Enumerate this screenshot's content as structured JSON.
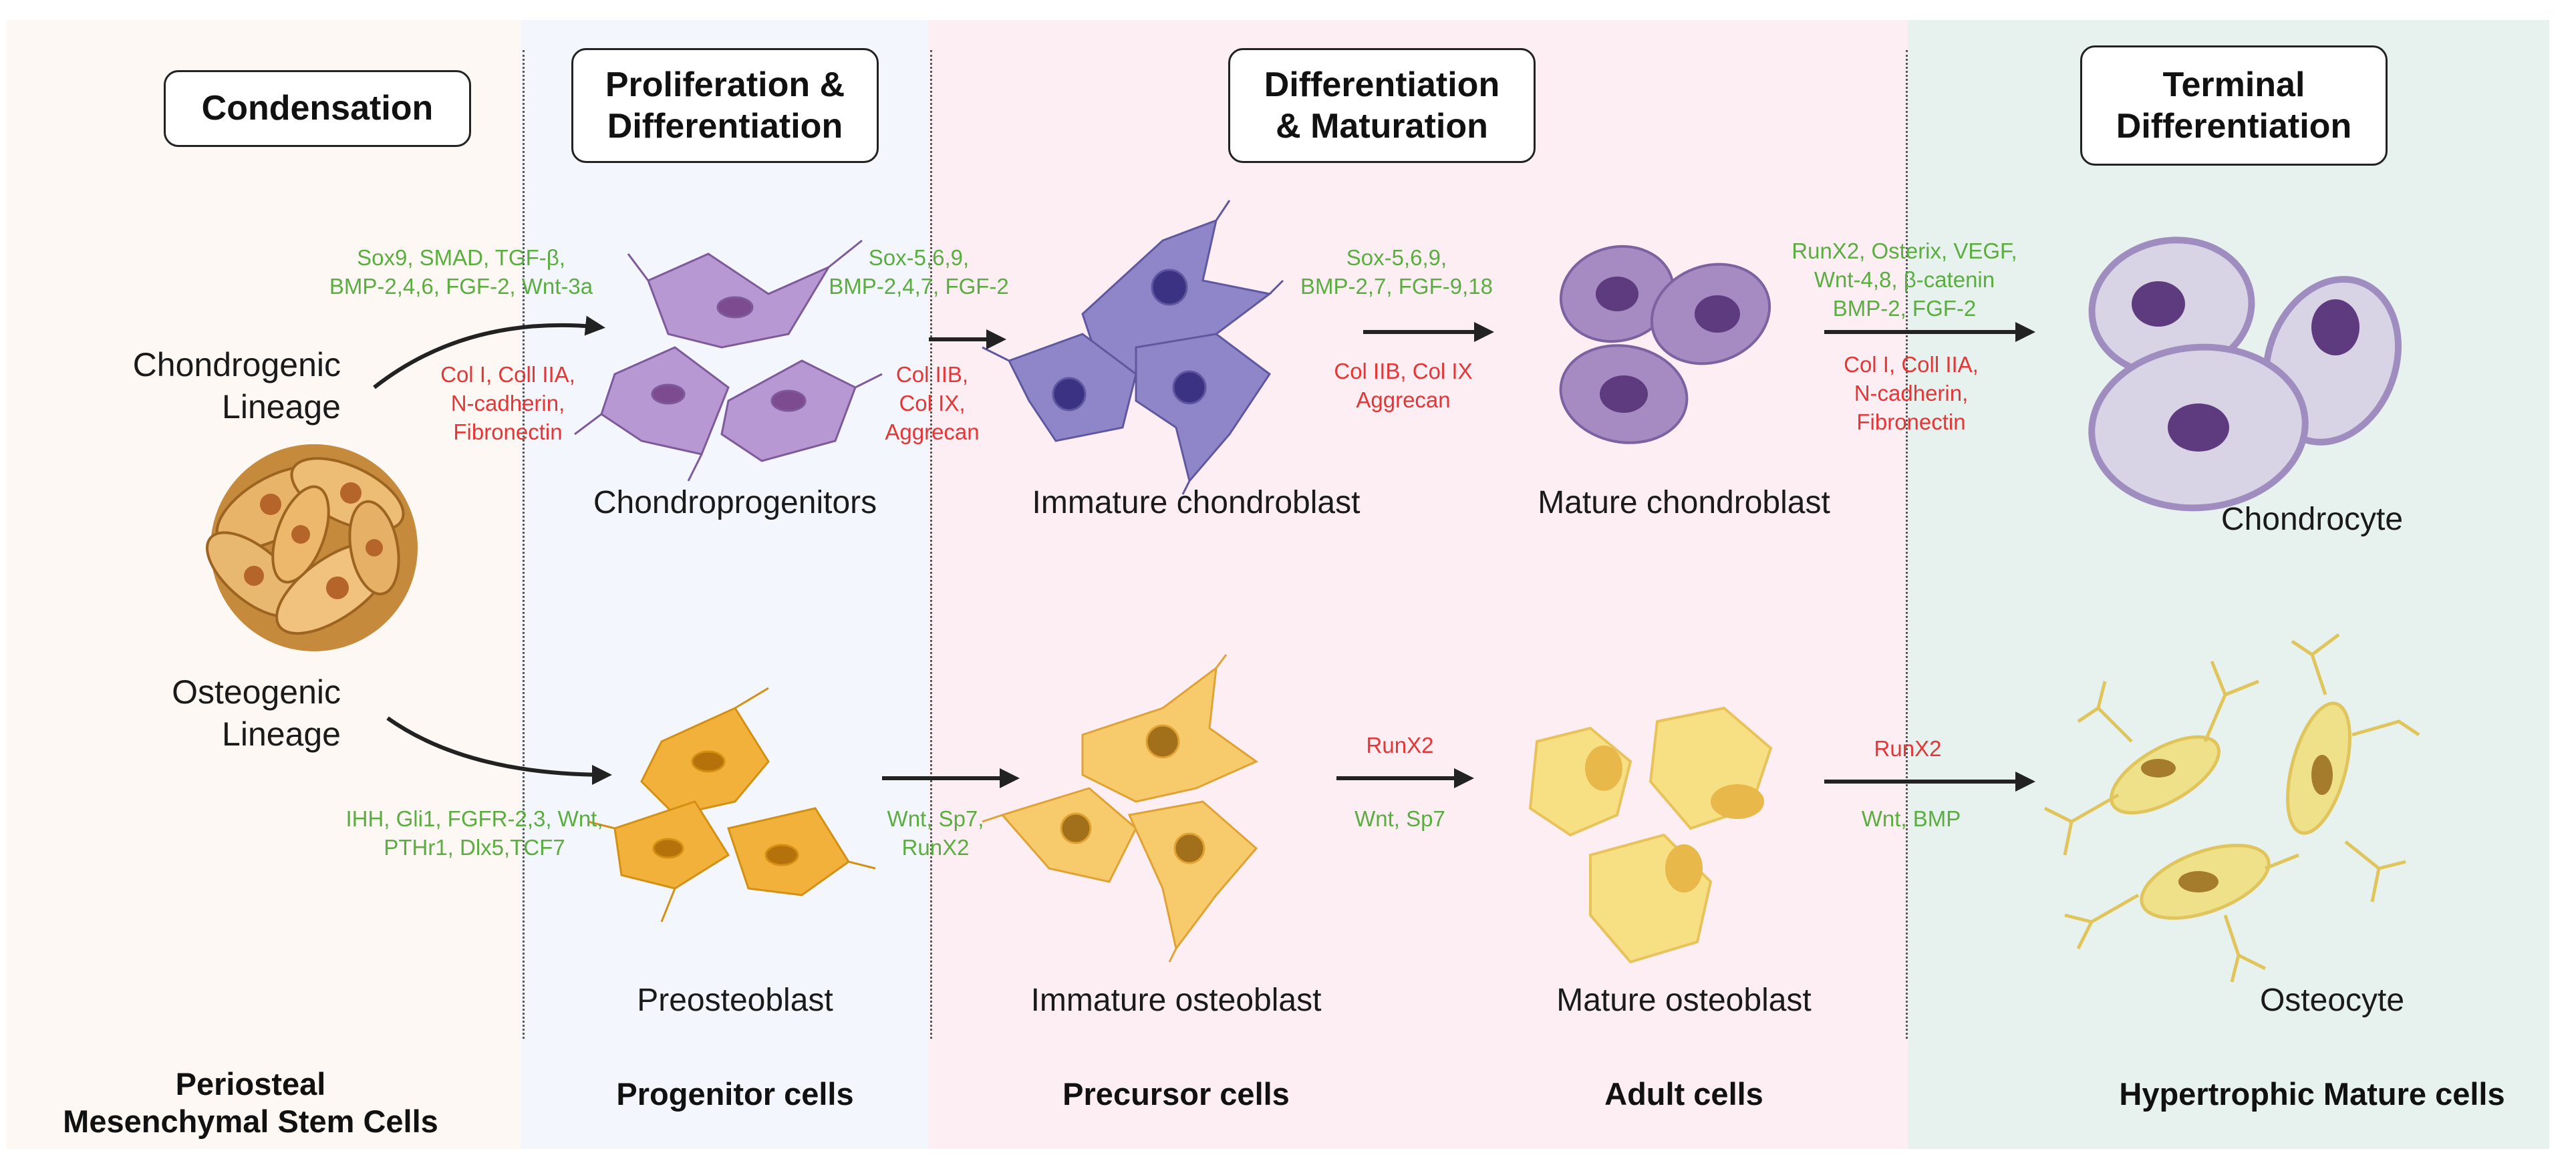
{
  "stages": [
    {
      "label": "Condensation"
    },
    {
      "label": "Proliferation &\nDifferentiation"
    },
    {
      "label": "Differentiation\n& Maturation"
    },
    {
      "label": "Terminal\nDifferentiation"
    }
  ],
  "lineages": {
    "chondrogenic": "Chondrogenic\nLineage",
    "osteogenic": "Osteogenic\nLineage"
  },
  "cells": {
    "chondroprogenitors": "Chondroprogenitors",
    "immature_chondroblast": "Immature chondroblast",
    "mature_chondroblast": "Mature chondroblast",
    "chondrocyte": "Chondrocyte",
    "preosteoblast": "Preosteoblast",
    "immature_osteoblast": "Immature osteoblast",
    "mature_osteoblast": "Mature osteoblast",
    "osteocyte": "Osteocyte"
  },
  "factors": {
    "chondro_1_green": "Sox9, SMAD, TGF-β,\nBMP-2,4,6, FGF-2, Wnt-3a",
    "chondro_1_red": "Col I, Coll IIA,\nN-cadherin,\nFibronectin",
    "chondro_2_green": "Sox-5,6,9,\nBMP-2,4,7, FGF-2",
    "chondro_2_red": "Col IIB,\nCol IX,\nAggrecan",
    "chondro_3_green": "Sox-5,6,9,\nBMP-2,7, FGF-9,18",
    "chondro_3_red": "Col IIB, Col IX\nAggrecan",
    "chondro_4_green": "RunX2, Osterix, VEGF,\nWnt-4,8, β-catenin\nBMP-2, FGF-2",
    "chondro_4_red": "Col I, Coll IIA,\nN-cadherin,\nFibronectin",
    "osteo_1_green": "IHH, Gli1, FGFR-2,3, Wnt,\nPTHr1, Dlx5,TCF7",
    "osteo_2_green": "Wnt, Sp7,\nRunX2",
    "osteo_3_red": "RunX2",
    "osteo_3_green": "Wnt, Sp7",
    "osteo_4_red": "RunX2",
    "osteo_4_green": "Wnt, BMP"
  },
  "categories": {
    "stem": "Periosteal\nMesenchymal Stem Cells",
    "progenitor": "Progenitor cells",
    "precursor": "Precursor cells",
    "adult": "Adult cells",
    "hypertrophic": "Hypertrophic Mature cells"
  },
  "colors": {
    "condensation_bg": "#fdf8f3",
    "proliferation_bg": "#f3f6fd",
    "maturation_bg": "#fdeef4",
    "terminal_bg": "#e7f2ef",
    "green_text": "#5aad3f",
    "red_text": "#e53535",
    "chondro_purple": "#a889c4",
    "chondroblast_blue": "#8e86c8",
    "osteo_orange": "#f2b13a",
    "osteoblast_yellow": "#f7cb6c",
    "mature_yellow": "#f7df84"
  }
}
